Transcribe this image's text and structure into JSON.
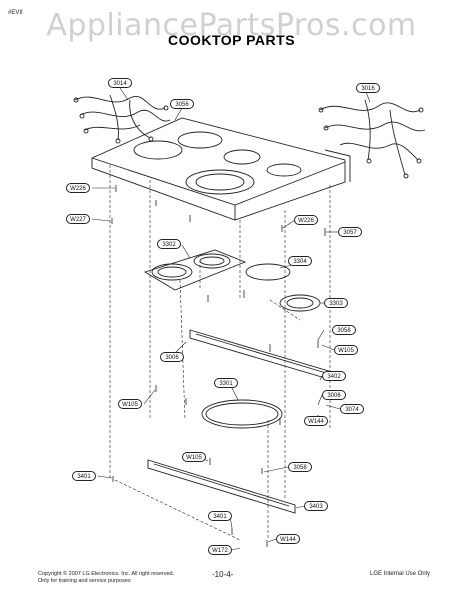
{
  "watermark": "AppliancePartsPros.com",
  "corner_tag": "#EVII",
  "title": "COOKTOP PARTS",
  "labels": [
    {
      "id": "3014"
    },
    {
      "id": "3056"
    },
    {
      "id": "3016"
    },
    {
      "id": "W226"
    },
    {
      "id": "W227"
    },
    {
      "id": "W226"
    },
    {
      "id": "3057"
    },
    {
      "id": "3302"
    },
    {
      "id": "3304"
    },
    {
      "id": "3303"
    },
    {
      "id": "3058"
    },
    {
      "id": "W105"
    },
    {
      "id": "3006"
    },
    {
      "id": "3402"
    },
    {
      "id": "3301"
    },
    {
      "id": "3006"
    },
    {
      "id": "W105"
    },
    {
      "id": "3074"
    },
    {
      "id": "W144"
    },
    {
      "id": "W105"
    },
    {
      "id": "3058"
    },
    {
      "id": "3401"
    },
    {
      "id": "3403"
    },
    {
      "id": "3401"
    },
    {
      "id": "W144"
    },
    {
      "id": "W172"
    }
  ],
  "footer": {
    "copyright_line1": "Copyright © 2007 LG Electronics. Inc. All right reserved.",
    "copyright_line2": "Only for training and service purposes",
    "page_number": "-10-4-",
    "internal": "LGE Internal Use Only"
  },
  "colors": {
    "line": "#222222",
    "watermark": "#969696"
  }
}
